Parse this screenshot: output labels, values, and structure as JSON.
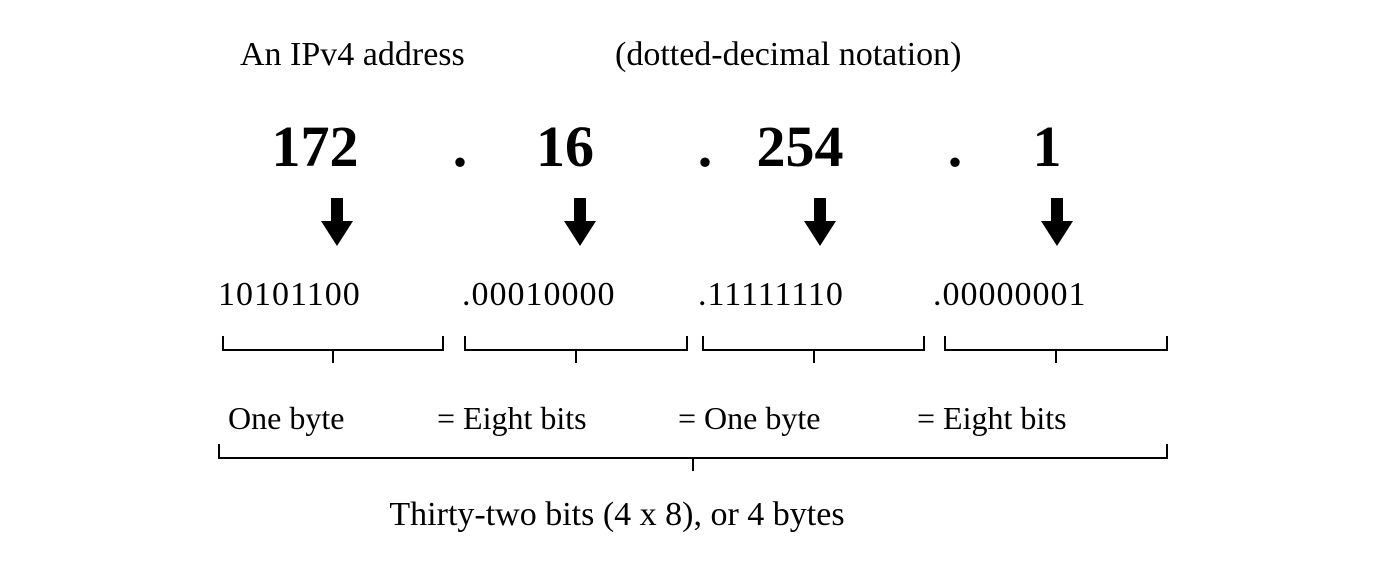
{
  "title": {
    "main": "An IPv4 address",
    "sub": "(dotted-decimal notation)"
  },
  "address": {
    "dot": ".",
    "decimal": [
      "172",
      "16",
      "254",
      "1"
    ],
    "binary": [
      "10101100",
      ".00010000",
      ".11111110",
      ".00000001"
    ]
  },
  "byte_labels": [
    "One byte",
    "= Eight bits",
    "= One byte",
    "= Eight bits"
  ],
  "footer": {
    "text": "Thirty-two bits (4 x 8), or 4 bytes"
  },
  "colors": {
    "text": "#000000",
    "background": "#ffffff"
  }
}
